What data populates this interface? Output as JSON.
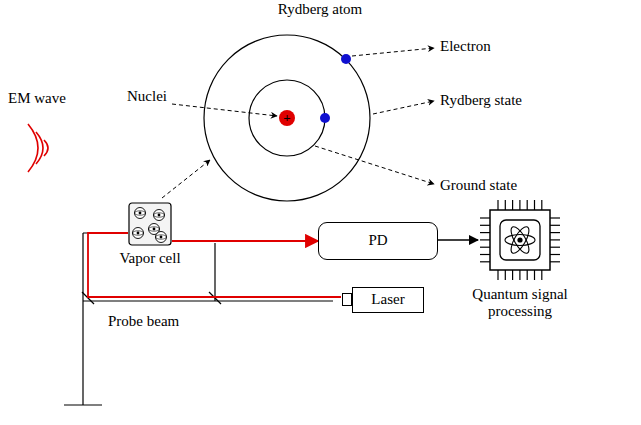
{
  "diagram": {
    "nodes": [
      {
        "text": [
          "Vapor cell"
        ]
      },
      {
        "text": [
          "PD"
        ]
      },
      {
        "text": [
          "Quantum signal processing"
        ]
      },
      {
        "text": [
          "Laser"
        ]
      }
    ],
    "edges": [
      {
        "from": 0,
        "to": 1,
        "arrow": "to"
      },
      {
        "from": 1,
        "to": 2,
        "arrow": "to"
      },
      {
        "from": 3,
        "to": 0,
        "arrow": "none"
      }
    ],
    "labels": [
      "Rydberg atom",
      "Nuclei",
      "Electron",
      "Rydberg state",
      "Ground state",
      "EM wave",
      "Probe beam",
      "+"
    ]
  }
}
